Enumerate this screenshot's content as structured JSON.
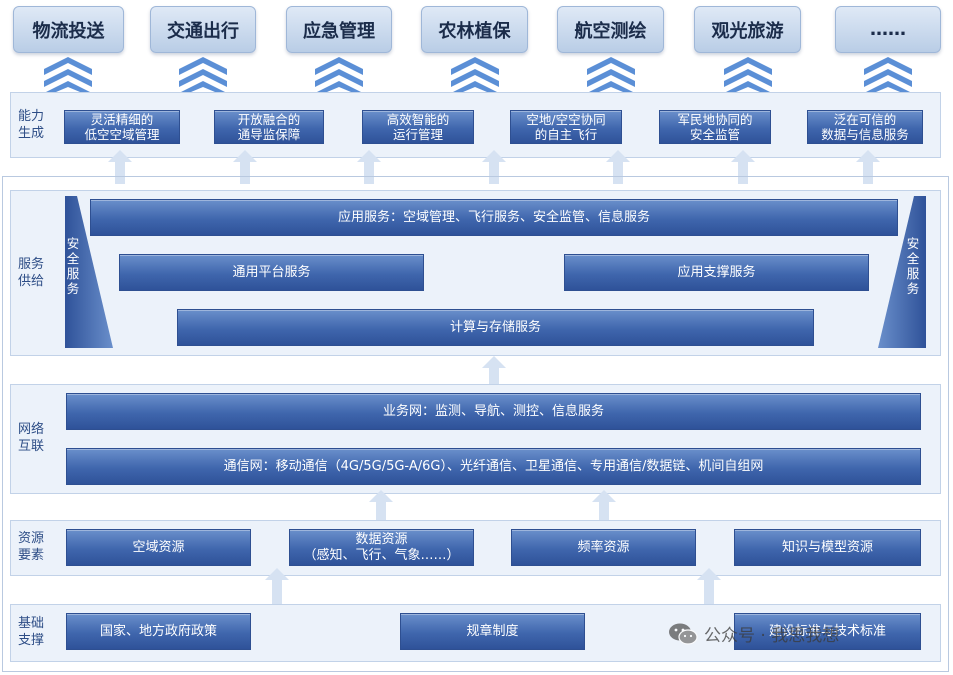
{
  "applications": [
    "物流投送",
    "交通出行",
    "应急管理",
    "农林植保",
    "航空测绘",
    "观光旅游",
    "……"
  ],
  "layers": {
    "capability": {
      "label": "能力\n生成",
      "items": [
        "灵活精细的\n低空空域管理",
        "开放融合的\n通导监保障",
        "高效智能的\n运行管理",
        "空地/空空协同\n的自主飞行",
        "军民地协同的\n安全监管",
        "泛在可信的\n数据与信息服务"
      ]
    },
    "service": {
      "label": "服务\n供给",
      "security_left": "安\n全\n服\n务",
      "security_right": "安\n全\n服\n务",
      "app_service": "应用服务：空域管理、飞行服务、安全监管、信息服务",
      "general_platform": "通用平台服务",
      "app_support": "应用支撑服务",
      "compute_storage": "计算与存储服务"
    },
    "network": {
      "label": "网络\n互联",
      "business_net": "业务网：监测、导航、测控、信息服务",
      "comm_net": "通信网：移动通信（4G/5G/5G-A/6G）、光纤通信、卫星通信、专用通信/数据链、机间自组网"
    },
    "resources": {
      "label": "资源\n要素",
      "items": [
        "空域资源",
        "数据资源\n（感知、飞行、气象……）",
        "频率资源",
        "知识与模型资源"
      ]
    },
    "foundation": {
      "label": "基础\n支撑",
      "items": [
        "国家、地方政府政策",
        "规章制度",
        "建设标准与技术标准"
      ]
    }
  },
  "watermark": {
    "icon": "wechat-icon",
    "text": "公众号 · 我思我想"
  },
  "colors": {
    "bar_dark": "#2f5299",
    "bar_light": "#6a8fcb",
    "band_bg": "#ecf2fa",
    "app_box_bg": "#c9d9ee",
    "chevron": "#5b8fd6",
    "arrow": "#d6e2f2"
  }
}
